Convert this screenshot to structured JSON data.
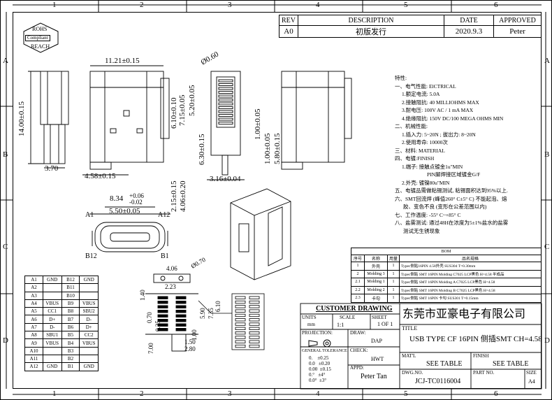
{
  "zones": {
    "cols": [
      "1",
      "2",
      "3",
      "4",
      "5",
      "6"
    ],
    "rows": [
      "A",
      "B",
      "C",
      "D"
    ]
  },
  "rohs": {
    "top": "ROHS",
    "mid": "Compliant",
    "bottom": "REACH"
  },
  "revision": {
    "headers": {
      "rev": "REV",
      "desc": "DESCRIPTION",
      "date": "DATE",
      "approved": "APPROVED"
    },
    "row": {
      "rev": "A0",
      "desc": "初版发行",
      "date": "2020.9.3",
      "approved": "Peter"
    }
  },
  "dimensions": {
    "d1": "11.21±0.15",
    "d2": "14.00±0.15",
    "d3": "3.70",
    "d4": "4.58±0.15",
    "d5": "7.15±0.05",
    "d6": "5.20±0.05",
    "d7": "6.10±0.10",
    "d8": "6.30±0.15",
    "d9": "3.16±0.04",
    "d10": "Ø0.60",
    "d11": "1.00±0.05",
    "d12": "1.00±0.05",
    "d13": "5.80±0.15",
    "d14": "8.34",
    "d14a": "+0.06",
    "d14b": "-0.02",
    "d15": "5.50±0.05",
    "d16": "4.06±0.20",
    "d17": "2.15±0.15",
    "fp1": "4.06",
    "fp2": "Ø0.70",
    "fp3": "2.23",
    "fp4": "1.40",
    "fp5": "0.70",
    "fp6": "0.25",
    "fp7": "5.90",
    "fp8": "7.35",
    "fp9": "6.10",
    "fp10": "1.00",
    "fp11": "7.00",
    "fp12": "1.50",
    "fp13": "2.80"
  },
  "labels": {
    "a1": "A1",
    "a12": "A12",
    "b12": "B12",
    "b1": "B1"
  },
  "specs": [
    "特性:",
    "一、电气性能: ElCTRICAL",
    "1.额定电流: 5.0A",
    "2.接触阻抗: 40 MILLIOHMS MAX",
    "3.耐电压: 100V AC / 1 mA MAX",
    "4.绝缘阻抗: 150V DC/100 MEGA OHMS MIN",
    "二、机械性能:",
    "1.插入力: 5~20N ; 拔出力: 8~20N",
    "2.使用寿命: 10000次",
    "三、材料: MATERIAL",
    "四、电镀:FINISH",
    "1.端子: 接触点镀金1u\"MIN",
    "PIN脚焊接区域镀金G/F",
    "2.外壳: 镀镍80u\"MIN",
    "五、电镀品需做粘锡测试, 粘锡面积达到95%以上.",
    "六、SMT回流焊 (峰值260° C±5° C) 不能起泡、熔",
    "胶、变色不良 (变形在公差范围以内)",
    "七、工作温度: -55° C~+85° C",
    "八、盐雾测试: 通过48H在浓度为5±1%盐水的盐雾",
    "测试无生锈现象"
  ],
  "bom": {
    "title": "BOM",
    "headers": [
      "序号",
      "名称",
      "用量",
      "品名规格"
    ],
    "rows": [
      [
        "1",
        "外壳",
        "1",
        "Typec侧贴16PIN 4.58外壳 SUS304 T=0.30mm"
      ],
      [
        "2",
        "Molding 3",
        "1",
        "Typec侧贴 SMT 16PIN Molding C7025 LCP黑色 H=4.58 半成品"
      ],
      [
        "2.1",
        "Molding 1",
        "1",
        "Typec侧贴 SMT 16PIN Molding A C7025 LCP黑色 H=4.58"
      ],
      [
        "2.2",
        "Molding 2",
        "1",
        "Typec侧贴 SMT 16PIN Molding B C7025 LCP黑色 H=4.58"
      ],
      [
        "2.3",
        "卡勾",
        "1",
        "Typec侧贴 SMT 16PIN 卡勾 SUS301 T=0.15mm"
      ]
    ]
  },
  "pins": [
    [
      "A1",
      "GND",
      "B12",
      "GND"
    ],
    [
      "A2",
      "",
      "B11",
      ""
    ],
    [
      "A3",
      "",
      "B10",
      ""
    ],
    [
      "A4",
      "VBUS",
      "B9",
      "VBUS"
    ],
    [
      "A5",
      "CC1",
      "B8",
      "SBU2"
    ],
    [
      "A6",
      "D+",
      "B7",
      "D-"
    ],
    [
      "A7",
      "D-",
      "B6",
      "D+"
    ],
    [
      "A8",
      "SBU1",
      "B5",
      "CC2"
    ],
    [
      "A9",
      "VBUS",
      "B4",
      "VBUS"
    ],
    [
      "A10",
      "",
      "B3",
      ""
    ],
    [
      "A11",
      "",
      "B2",
      ""
    ],
    [
      "A12",
      "GND",
      "B1",
      "GND"
    ]
  ],
  "titleblock": {
    "customer": "CUSTOMER DRAWING",
    "company": "东莞市亚豪电子有限公司",
    "units_label": "UNITS",
    "units": "mm",
    "scale_label": "SCALE",
    "scale": "1:1",
    "sheet_label": "SHEET",
    "sheet": "1 OF 1",
    "title_label": "TITLE",
    "title": "USB TYPE CF 16PIN 侧插SMT CH=4.58",
    "projection_label": "PROJECTION:",
    "draw_label": "DRAW:",
    "draw": "DAP",
    "check_label": "CHECK:",
    "check": "HWT",
    "appd_label": "APPD:",
    "appd": "Peter Tan",
    "tol_label": "GENERAL TOLERANCE",
    "tol": [
      "0.    ±0.25",
      "0.0   ±0.20",
      "0.00  ±0.15",
      "0.°   ±4°",
      "0.0°  ±3°"
    ],
    "matl_label": "MAT'L",
    "matl": "SEE TABLE",
    "finish_label": "FINISH",
    "finish": "SEE TABLE",
    "dwg_label": "DWG.NO.",
    "dwg": "JCJ-TC0116004",
    "part_label": "PART NO.",
    "part": "",
    "size_label": "SIZE",
    "size": "A4"
  }
}
